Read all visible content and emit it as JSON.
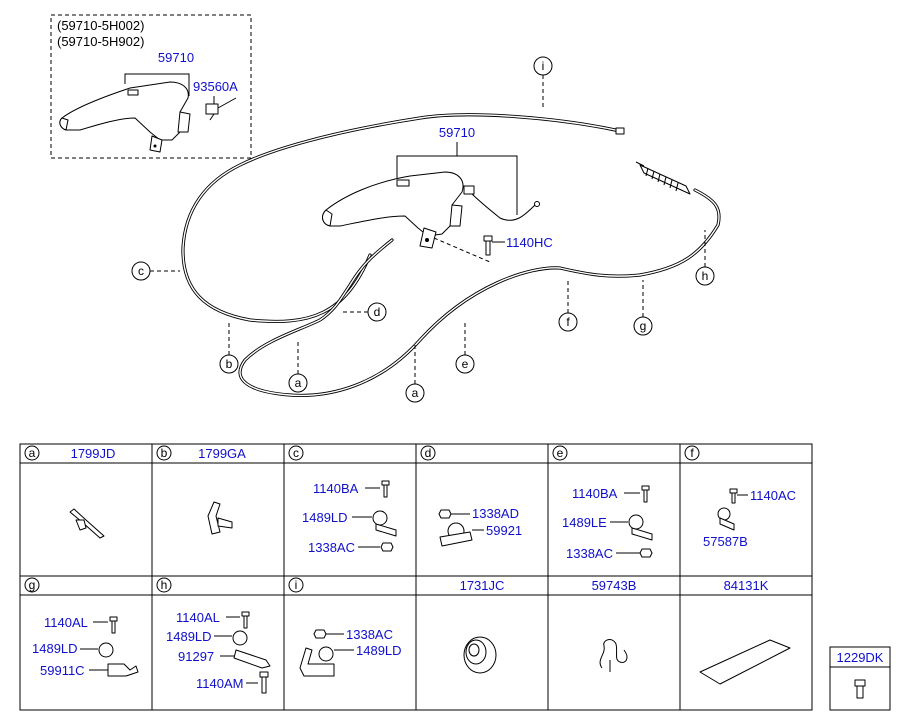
{
  "detail_box": {
    "alt_numbers": [
      "(59710-5H002)",
      "(59710-5H902)"
    ],
    "lever_part": "59710",
    "switch_part": "93560A"
  },
  "main": {
    "lever_part": "59710",
    "bolt_part": "1140HC"
  },
  "callouts": {
    "a": "a",
    "b": "b",
    "c": "c",
    "d": "d",
    "e": "e",
    "f": "f",
    "g": "g",
    "h": "h",
    "i": "i"
  },
  "table": {
    "row1": [
      {
        "letter": "a",
        "part": "1799JD"
      },
      {
        "letter": "b",
        "part": "1799GA"
      },
      {
        "letter": "c",
        "labels": [
          "1140BA",
          "1489LD",
          "1338AC"
        ]
      },
      {
        "letter": "d",
        "labels": [
          "1338AD",
          "59921"
        ]
      },
      {
        "letter": "e",
        "labels": [
          "1140BA",
          "1489LE",
          "1338AC"
        ]
      },
      {
        "letter": "f",
        "labels": [
          "1140AC",
          "57587B"
        ]
      }
    ],
    "row2": [
      {
        "letter": "g",
        "labels": [
          "1140AL",
          "1489LD",
          "59911C"
        ]
      },
      {
        "letter": "h",
        "labels": [
          "1140AL",
          "1489LD",
          "91297",
          "1140AM"
        ]
      },
      {
        "letter": "i",
        "labels": [
          "1338AC",
          "1489LD"
        ]
      },
      {
        "part": "1731JC"
      },
      {
        "part": "59743B"
      },
      {
        "part": "84131K"
      }
    ],
    "extra": {
      "part": "1229DK"
    }
  },
  "colors": {
    "part_label": "#1010cc",
    "line": "#000000"
  }
}
